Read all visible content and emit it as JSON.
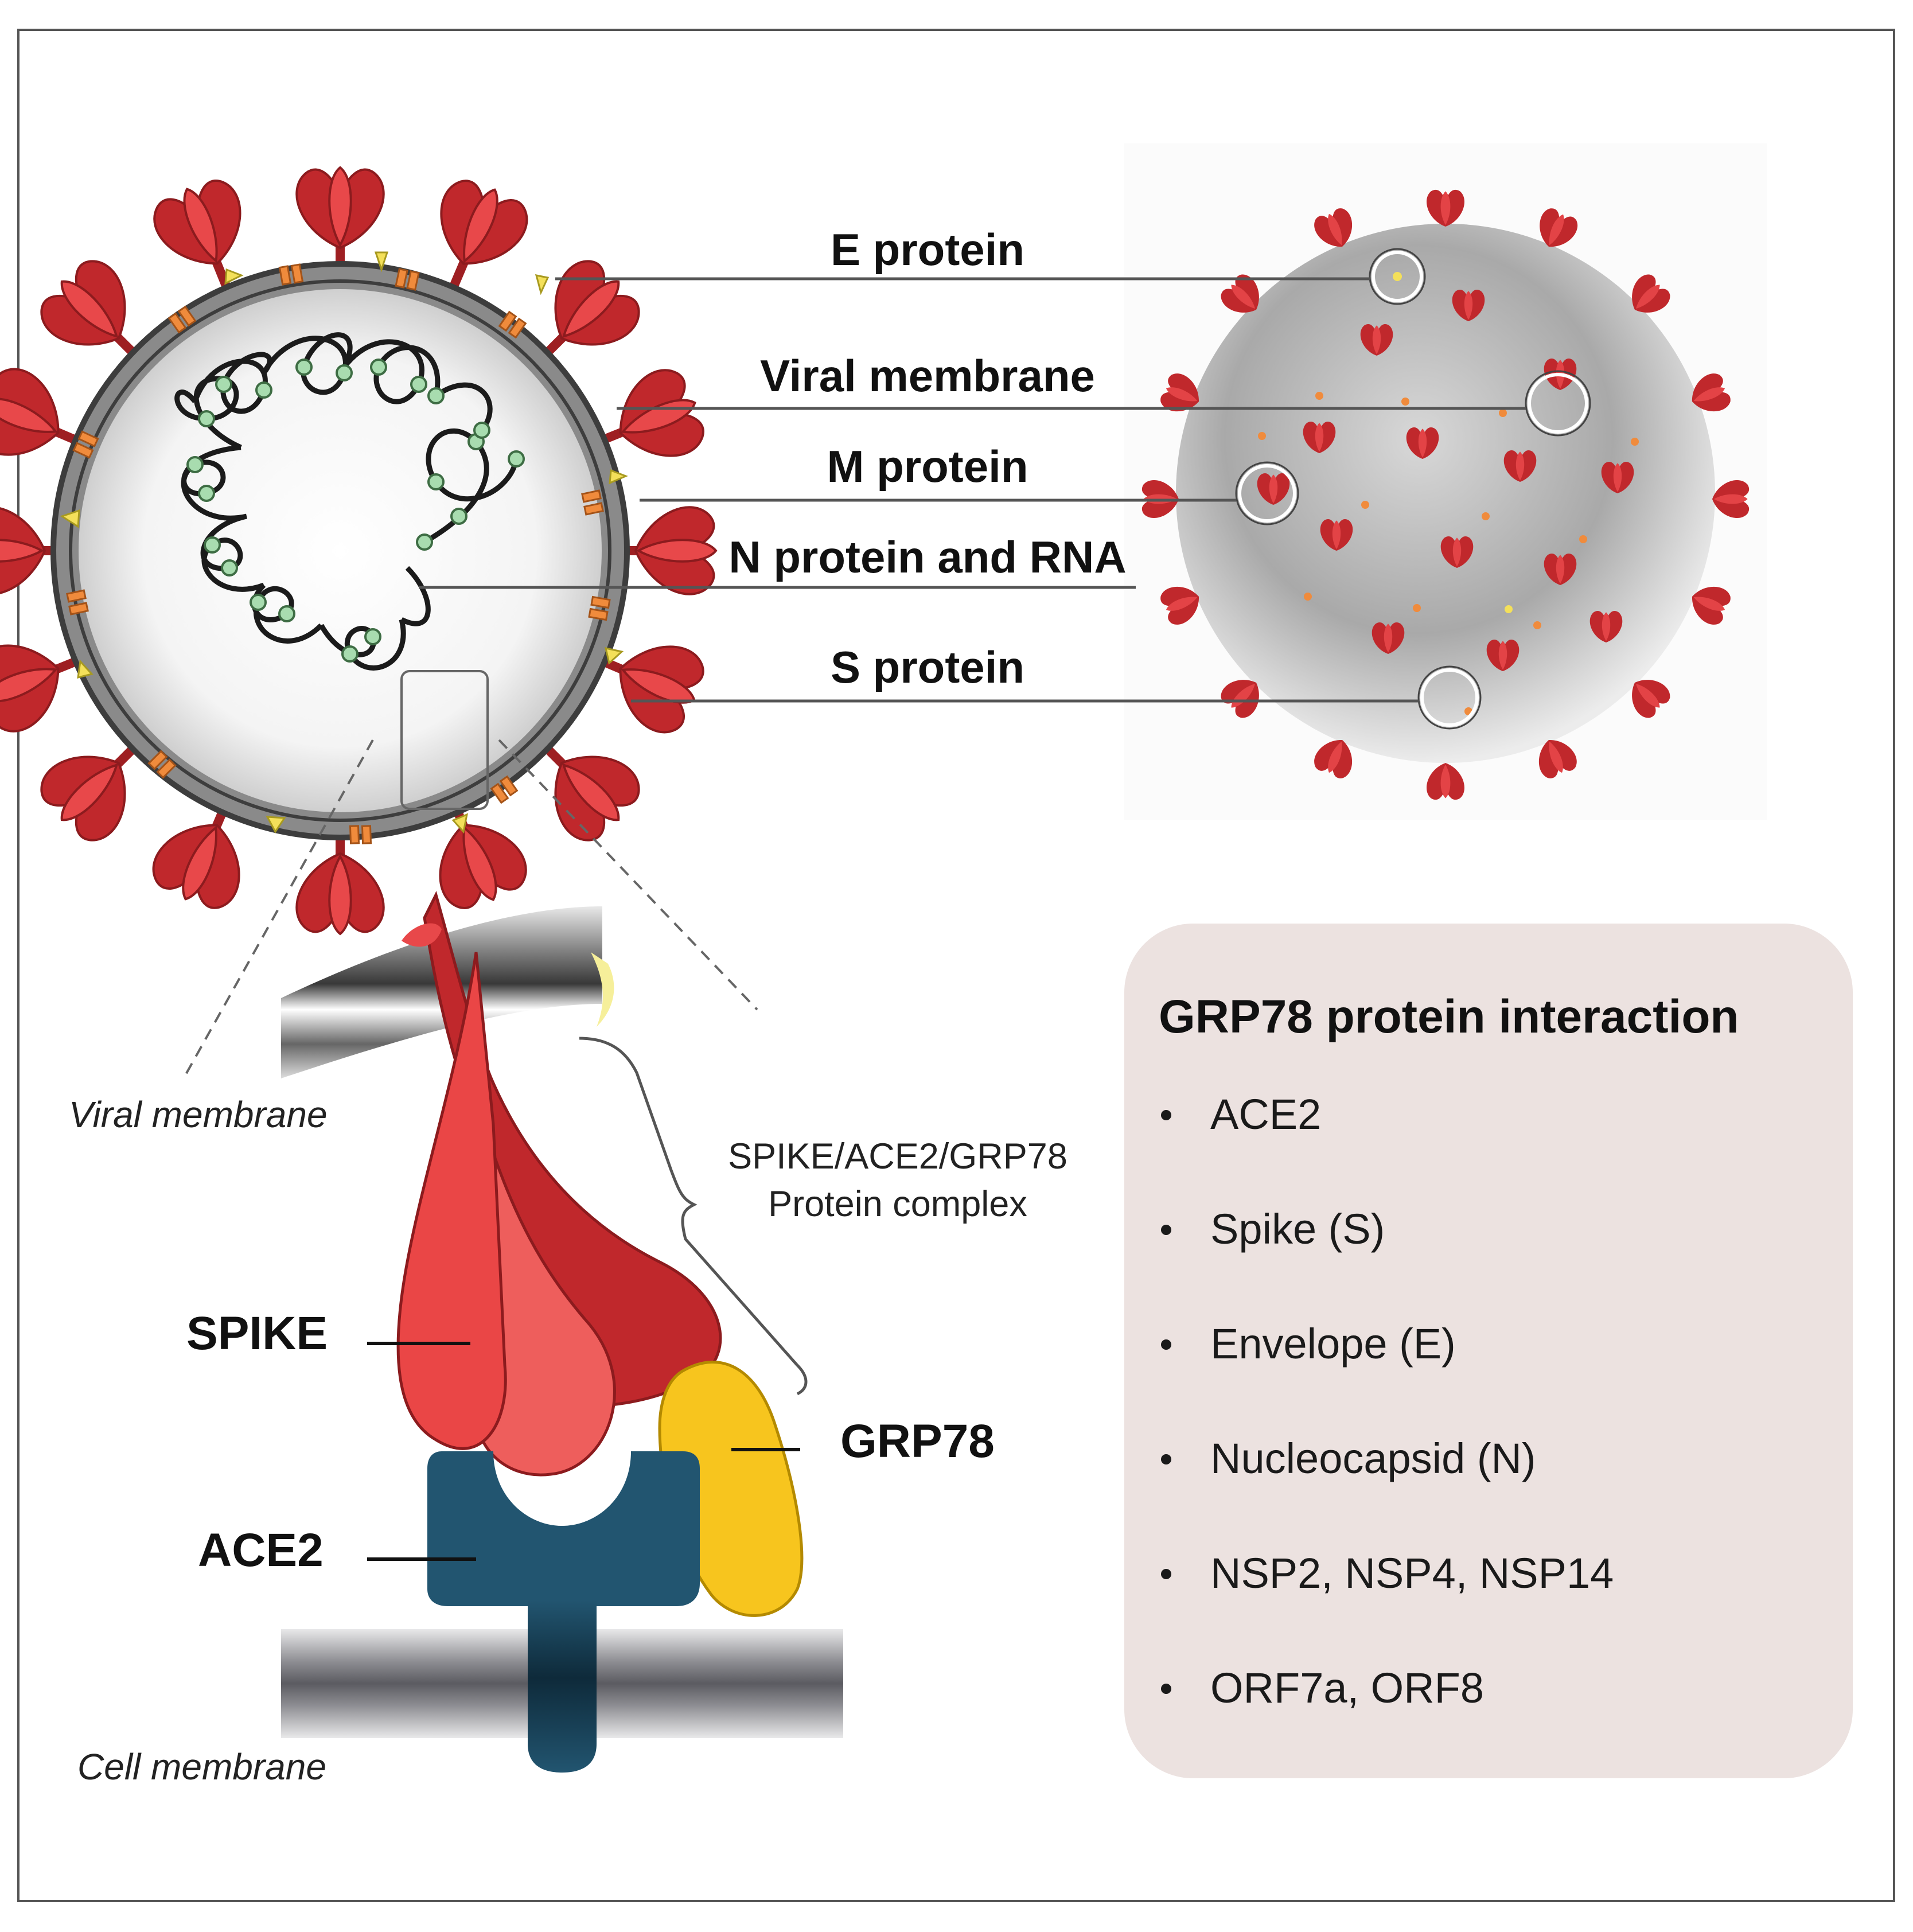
{
  "labels": {
    "e_protein": "E protein",
    "viral_membrane": "Viral membrane",
    "m_protein": "M protein",
    "n_protein_rna": "N protein and RNA",
    "s_protein": "S protein",
    "viral_membrane_zoom": "Viral membrane",
    "complex_line1": "SPIKE/ACE2/GRP78",
    "complex_line2": "Protein complex",
    "spike": "SPIKE",
    "grp78": "GRP78",
    "ace2": "ACE2",
    "cell_membrane": "Cell membrane"
  },
  "interaction_box": {
    "title": "GRP78 protein interaction",
    "items": [
      "ACE2",
      "Spike (S)",
      "Envelope (E)",
      "Nucleocapsid (N)",
      "NSP2, NSP4, NSP14",
      "ORF7a, ORF8"
    ]
  },
  "colors": {
    "spike_red": "#c0282c",
    "spike_light": "#e8484a",
    "ace2_blue": "#225570",
    "grp78_yellow": "#f7c51e",
    "m_orange": "#f08b3c",
    "e_yellow": "#f4e05a",
    "n_green": "#a8dcaf",
    "box_bg": "#ece2e0"
  }
}
